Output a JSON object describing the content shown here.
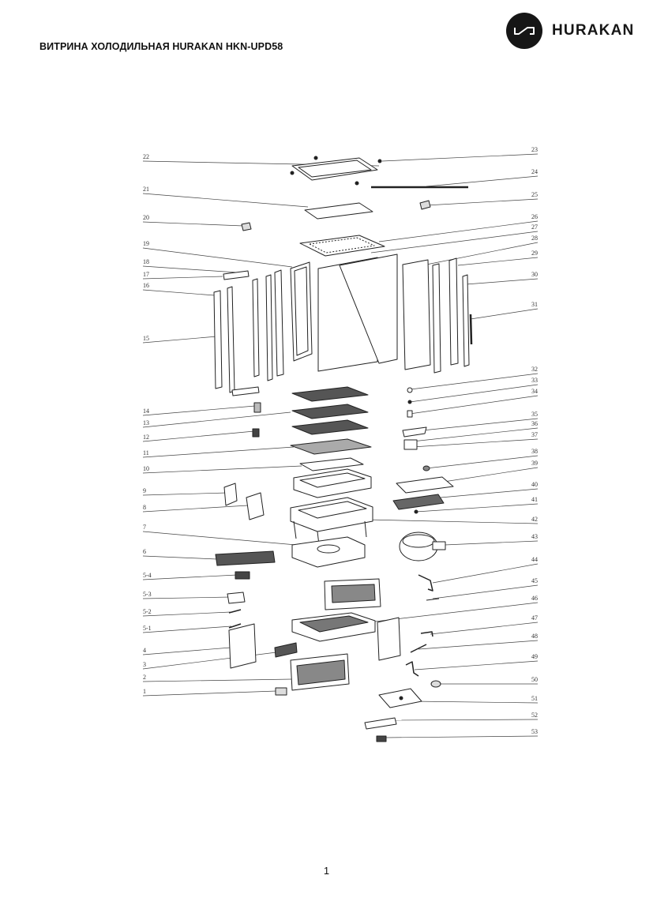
{
  "header": {
    "title": "ВИТРИНА ХОЛОДИЛЬНАЯ HURAKAN HKN-UPD58",
    "brand": "HURAKAN"
  },
  "diagram": {
    "left_labels": [
      "22",
      "21",
      "20",
      "19",
      "18",
      "17",
      "16",
      "15",
      "14",
      "13",
      "12",
      "11",
      "10",
      "9",
      "8",
      "7",
      "6",
      "5-4",
      "5-3",
      "5-2",
      "5-1",
      "4",
      "3",
      "2",
      "1"
    ],
    "right_labels": [
      "23",
      "24",
      "25",
      "26",
      "27",
      "28",
      "29",
      "30",
      "31",
      "32",
      "33",
      "34",
      "35",
      "36",
      "37",
      "38",
      "39",
      "40",
      "41",
      "42",
      "43",
      "44",
      "45",
      "46",
      "47",
      "48",
      "49",
      "50",
      "51",
      "52",
      "53"
    ]
  },
  "footer": {
    "page_number": "1"
  }
}
